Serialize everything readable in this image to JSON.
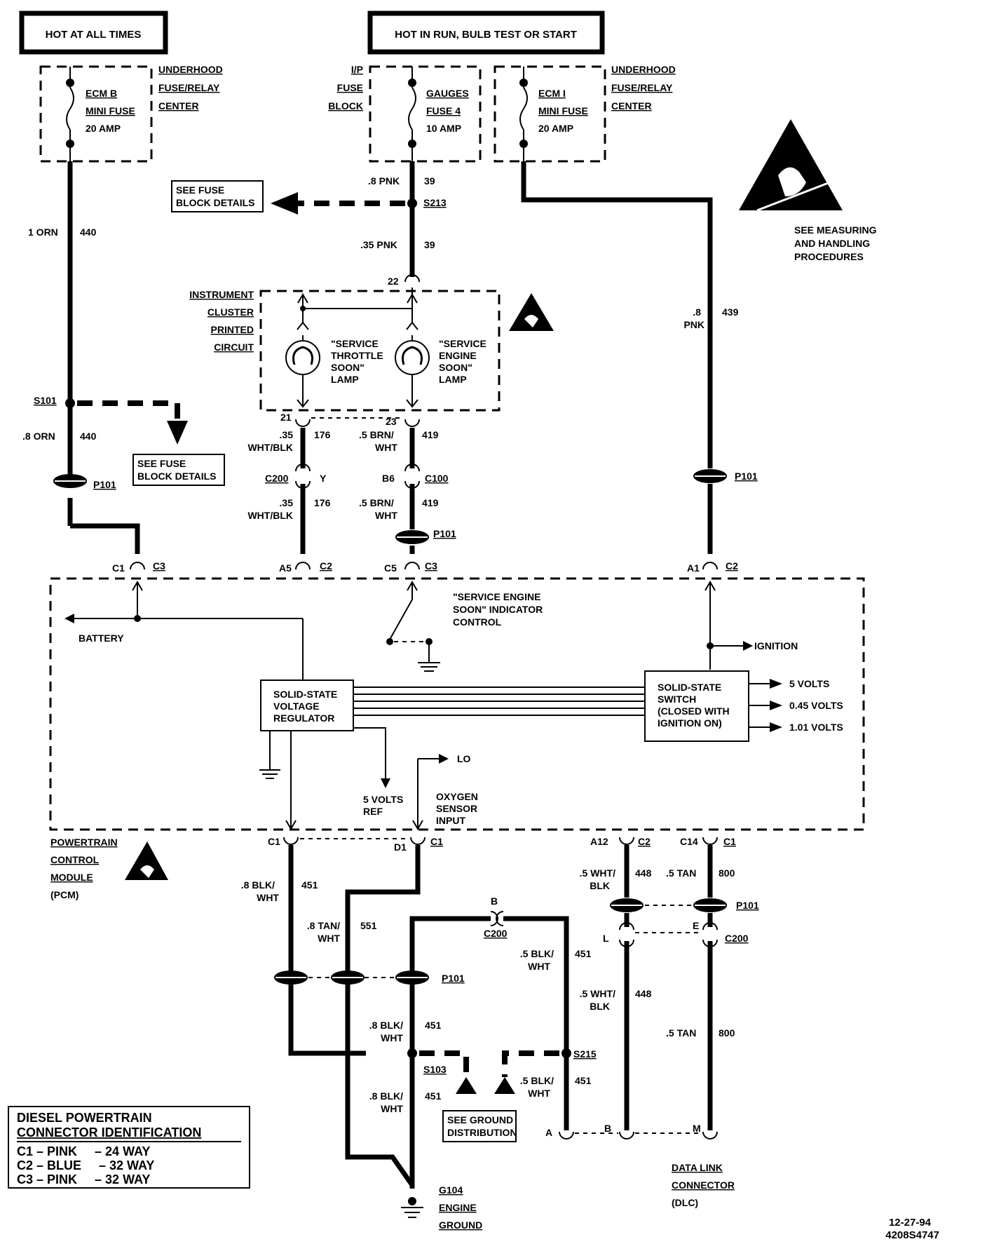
{
  "header": {
    "hot_at_all_times": "HOT AT ALL TIMES",
    "hot_in_run": "HOT IN RUN, BULB TEST OR START"
  },
  "fuses": {
    "ecm_b": {
      "name": "ECM B",
      "type": "MINI FUSE",
      "rating": "20 AMP"
    },
    "gauges": {
      "name": "GAUGES",
      "type": "FUSE 4",
      "rating": "10 AMP"
    },
    "ecm_i": {
      "name": "ECM I",
      "type": "MINI FUSE",
      "rating": "20 AMP"
    },
    "underhood_1": "UNDERHOOD",
    "underhood_2": "FUSE/RELAY",
    "underhood_3": "CENTER",
    "ip_1": "I/P",
    "ip_2": "FUSE",
    "ip_3": "BLOCK"
  },
  "esd": {
    "note_1": "SEE MEASURING",
    "note_2": "AND HANDLING",
    "note_3": "PROCEDURES"
  },
  "refs": {
    "see_fuse_1": "SEE FUSE",
    "block_details": "BLOCK DETAILS",
    "see_fuse_2": "SEE FUSE",
    "see_ground_1": "SEE GROUND",
    "see_ground_2": "DISTRIBUTION"
  },
  "wires": {
    "w39a_size": ".8 PNK",
    "w39a_num": "39",
    "s213": "S213",
    "w39b_size": ".35 PNK",
    "w39b_num": "39",
    "w440a_size": "1 ORN",
    "w440a_num": "440",
    "s101": "S101",
    "w440b_size": ".8 ORN",
    "w440b_num": "440",
    "w439_size1": ".8",
    "w439_size2": "PNK",
    "w439_num": "439",
    "w176_size1": ".35",
    "w176_size2": "WHT/BLK",
    "w176_num": "176",
    "w419_size1": ".5 BRN/",
    "w419_size2": "WHT",
    "w419_num": "419",
    "w451a_size1": ".8 BLK/",
    "w451a_size2": "WHT",
    "w451a_num": "451",
    "w551_size1": ".8 TAN/",
    "w551_size2": "WHT",
    "w551_num": "551",
    "w448_size1": ".5 WHT/",
    "w448_size2": "BLK",
    "w448_num": "448",
    "w800_size": ".5 TAN",
    "w800_num": "800",
    "w451b_size1": ".5 BLK/",
    "w451b_size2": "WHT",
    "w451b_num": "451",
    "w451c_size1": ".8 BLK/",
    "w451c_size2": "WHT",
    "w451c_num": "451",
    "w451d_size1": ".8 BLK/",
    "w451d_size2": "WHT",
    "w451d_num": "451",
    "w451e_size1": ".5 BLK/",
    "w451e_size2": "WHT",
    "w451e_num": "451",
    "s103": "S103",
    "s215": "S215"
  },
  "cluster": {
    "label_1": "INSTRUMENT",
    "label_2": "CLUSTER",
    "label_3": "PRINTED",
    "label_4": "CIRCUIT",
    "pin22": "22",
    "pin21": "21",
    "pin23": "23",
    "lamp1_1": "\"SERVICE",
    "lamp1_2": "THROTTLE",
    "lamp1_3": "SOON\"",
    "lamp1_4": "LAMP",
    "lamp2_1": "\"SERVICE",
    "lamp2_2": "ENGINE",
    "lamp2_3": "SOON\"",
    "lamp2_4": "LAMP"
  },
  "connectors": {
    "c200": "C200",
    "y": "Y",
    "b6": "B6",
    "c100": "C100",
    "p101": "P101",
    "c1": "C1",
    "c2": "C2",
    "c3": "C3",
    "a5": "A5",
    "c5": "C5",
    "a1": "A1",
    "d1": "D1",
    "a12": "A12",
    "c14": "C14",
    "b": "B",
    "l": "L",
    "e": "E",
    "dlc_a": "A",
    "dlc_b": "B",
    "dlc_m": "M"
  },
  "pcm": {
    "battery": "BATTERY",
    "ses_control_1": "\"SERVICE ENGINE",
    "ses_control_2": "SOON\" INDICATOR",
    "ses_control_3": "CONTROL",
    "ignition": "IGNITION",
    "reg_1": "SOLID-STATE",
    "reg_2": "VOLTAGE",
    "reg_3": "REGULATOR",
    "sw_1": "SOLID-STATE",
    "sw_2": "SWITCH",
    "sw_3": "(CLOSED WITH",
    "sw_4": "IGNITION ON)",
    "v5": "5 VOLTS",
    "v045": "0.45 VOLTS",
    "v101": "1.01 VOLTS",
    "lo": "LO",
    "ref_1": "5 VOLTS",
    "ref_2": "REF",
    "o2_1": "OXYGEN",
    "o2_2": "SENSOR",
    "o2_3": "INPUT",
    "name_1": "POWERTRAIN",
    "name_2": "CONTROL",
    "name_3": "MODULE",
    "name_4": "(PCM)"
  },
  "ground": {
    "g104": "G104",
    "g_1": "ENGINE",
    "g_2": "GROUND"
  },
  "dlc": {
    "d_1": "DATA LINK",
    "d_2": "CONNECTOR",
    "d_3": "(DLC)"
  },
  "legend": {
    "title_1": "DIESEL POWERTRAIN",
    "title_2": "CONNECTOR IDENTIFICATION",
    "row1": "C1 – PINK     – 24 WAY",
    "row2": "C2 – BLUE     – 32 WAY",
    "row3": "C3 – PINK     – 32 WAY"
  },
  "footer": {
    "date": "12-27-94",
    "code": "4208S4747"
  }
}
